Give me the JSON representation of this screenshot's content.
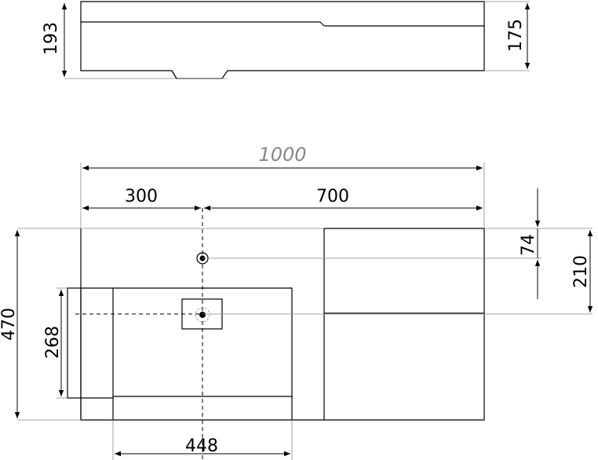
{
  "dimensions": {
    "side_height_left": "193",
    "side_height_right": "175",
    "total_width": "1000",
    "left_to_drain": "300",
    "drain_to_right": "700",
    "tap_offset": "74",
    "drain_offset": "210",
    "total_depth": "470",
    "basin_depth": "268",
    "basin_width": "448"
  }
}
